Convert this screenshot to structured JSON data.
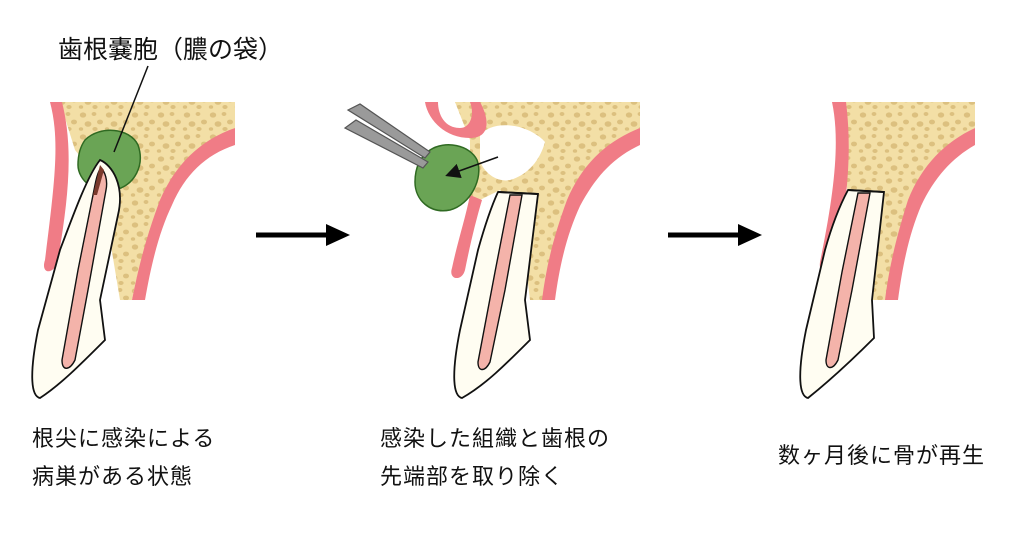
{
  "labels": {
    "cyst_label": "歯根嚢胞（膿の袋）"
  },
  "steps": [
    {
      "caption_line1": "根尖に感染による",
      "caption_line2": "病巣がある状態"
    },
    {
      "caption_line1": "感染した組織と歯根の",
      "caption_line2": "先端部を取り除く"
    },
    {
      "caption_line1": "数ヶ月後に骨が再生",
      "caption_line2": ""
    }
  ],
  "colors": {
    "bone": "#f3dfa6",
    "bone_spots": "#dcc07f",
    "gum": "#f07c86",
    "cyst": "#6aa455",
    "cyst_outline": "#2f6a22",
    "pulp": "#f4b3aa",
    "tooth": "#fffdf2",
    "arrow": "#000000",
    "forceps": "#9a9a9a"
  },
  "icons": [
    "right-arrow-icon",
    "right-arrow-icon",
    "forceps-icon"
  ]
}
